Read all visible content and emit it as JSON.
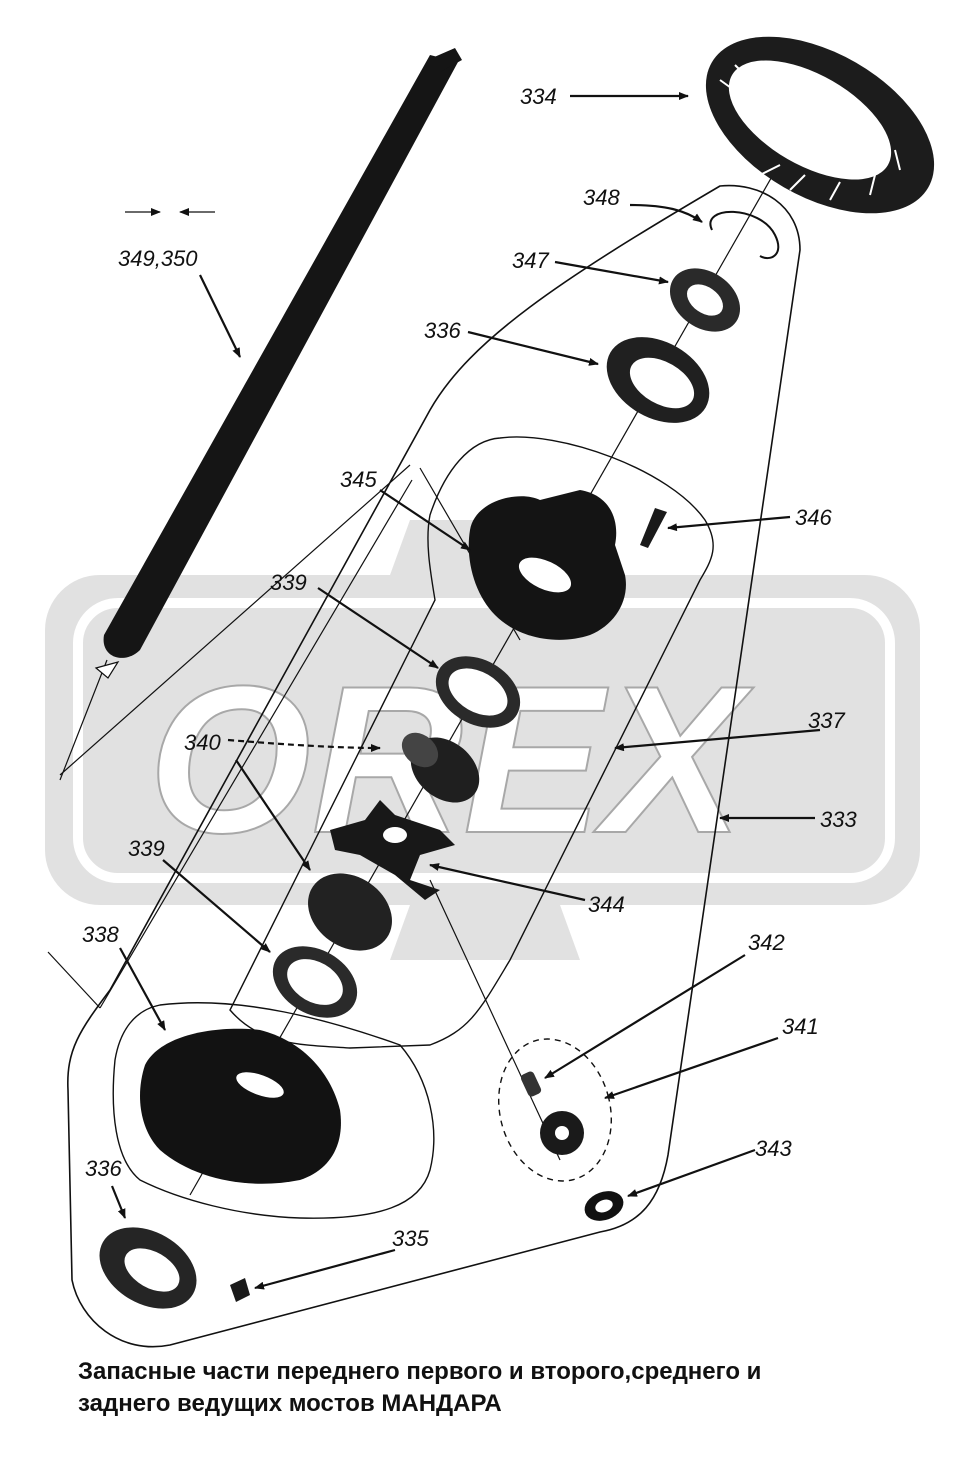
{
  "watermark": {
    "text": "ORЕX",
    "color": "#d9d9d9"
  },
  "colors": {
    "ink": "#111111",
    "part": "#1a1a1a",
    "watermark": "#dadada"
  },
  "labels": {
    "l334": "334",
    "l348": "348",
    "l347": "347",
    "l336a": "336",
    "l349": "349,350",
    "l345": "345",
    "l346": "346",
    "l339a": "339",
    "l337": "337",
    "l340": "340",
    "l333": "333",
    "l344": "344",
    "l339b": "339",
    "l342": "342",
    "l338": "338",
    "l341": "341",
    "l343": "343",
    "l336b": "336",
    "l335": "335"
  },
  "caption": {
    "line1": "Запасные части переднего первого и второго,среднего и",
    "line2": "заднего ведущих мостов МАНДАРА"
  }
}
